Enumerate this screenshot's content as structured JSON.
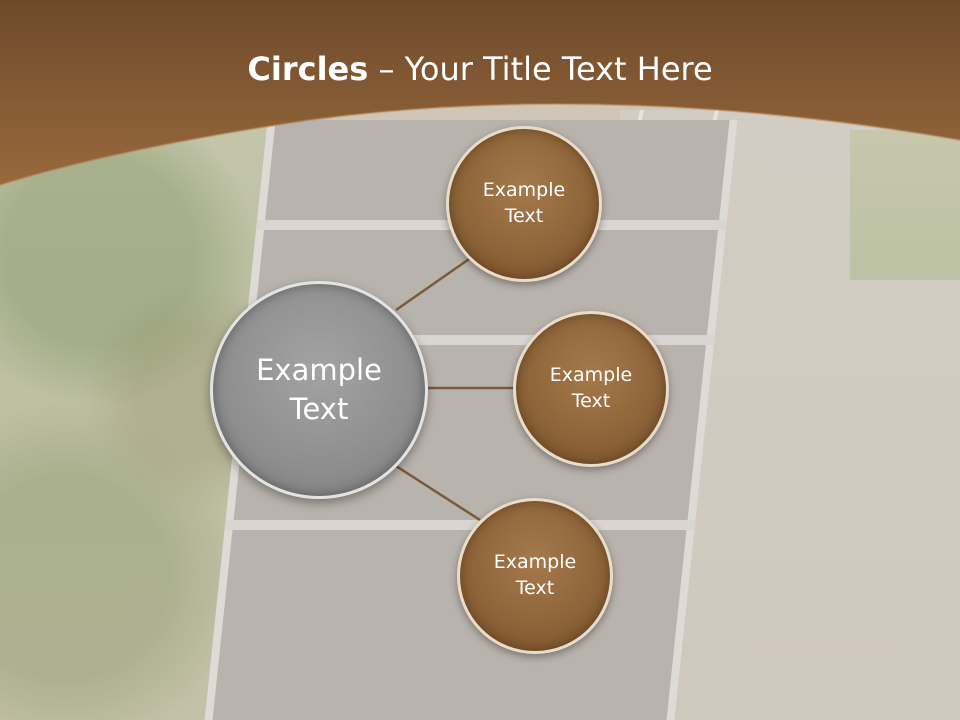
{
  "title": {
    "bold": "Circles",
    "rest": " – Your Title Text Here"
  },
  "center_circle": {
    "label": "Example Text"
  },
  "circles": [
    {
      "label": "Example Text"
    },
    {
      "label": "Example Text"
    },
    {
      "label": "Example Text"
    }
  ],
  "colors": {
    "header_brown": "#7b5330",
    "circle_brown": "#8c6238",
    "center_gray": "#8e8e8e",
    "connector": "#7a5a3a"
  }
}
